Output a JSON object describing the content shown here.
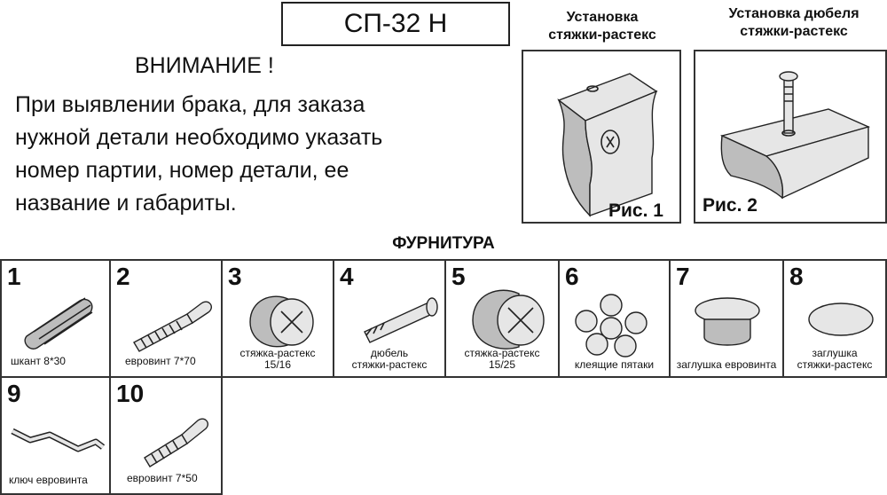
{
  "header": {
    "code": "СП-32 Н",
    "attention_title": "ВНИМАНИЕ !",
    "attention_body": "При выявлении брака, для заказа\nнужной детали необходимо указать\nномер партии, номер детали, ее\nназвание и габариты."
  },
  "figures": [
    {
      "caption": "Установка\nстяжки-растекс",
      "label": "Рис. 1"
    },
    {
      "caption": "Установка дюбеля\nстяжки-растекс",
      "label": "Рис. 2"
    }
  ],
  "section_title": "ФУРНИТУРА",
  "items": [
    {
      "number": "1",
      "caption": "шкант 8*30"
    },
    {
      "number": "2",
      "caption": "евровинт 7*70"
    },
    {
      "number": "3",
      "caption": "стяжка-растекс\n15/16"
    },
    {
      "number": "4",
      "caption": "дюбель\nстяжки-растекс"
    },
    {
      "number": "5",
      "caption": "стяжка-растекс\n15/25"
    },
    {
      "number": "6",
      "caption": "клеящие пятаки"
    },
    {
      "number": "7",
      "caption": "заглушка евровинта"
    },
    {
      "number": "8",
      "caption": "заглушка\nстяжки-растекс"
    },
    {
      "number": "9",
      "caption": "ключ евровинта"
    },
    {
      "number": "10",
      "caption": "евровинт 7*50"
    }
  ]
}
